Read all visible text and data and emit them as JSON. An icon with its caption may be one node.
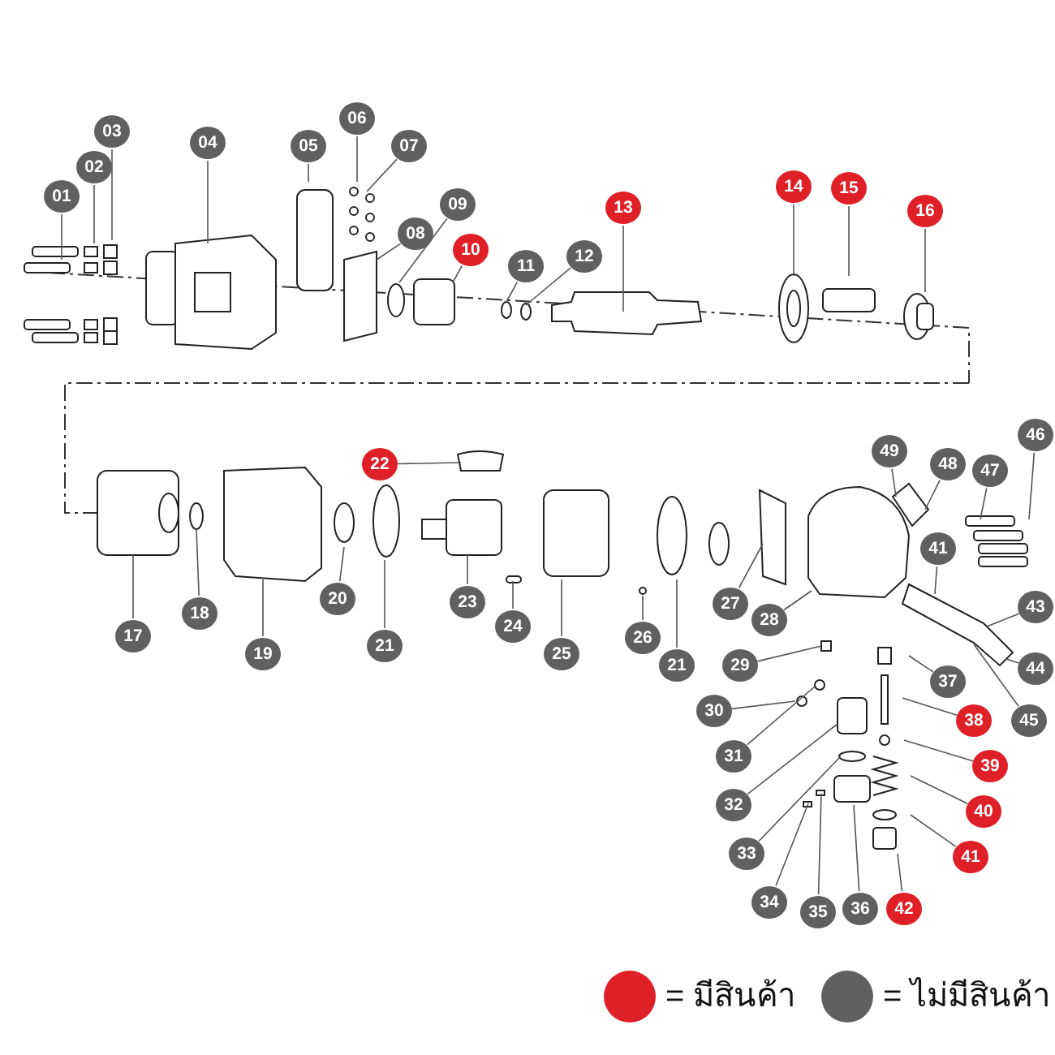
{
  "diagram": {
    "nodes": [
      {
        "text": [
          "01"
        ]
      },
      {
        "text": [
          "02"
        ]
      },
      {
        "text": [
          "03"
        ]
      },
      {
        "text": [
          "04"
        ]
      },
      {
        "text": [
          "05"
        ]
      },
      {
        "text": [
          "06"
        ]
      },
      {
        "text": [
          "07"
        ]
      },
      {
        "text": [
          "08"
        ]
      },
      {
        "text": [
          "09"
        ]
      },
      {
        "text": [
          "10"
        ]
      },
      {
        "text": [
          "11"
        ]
      },
      {
        "text": [
          "12"
        ]
      },
      {
        "text": [
          "13"
        ]
      },
      {
        "text": [
          "14"
        ]
      },
      {
        "text": [
          "15"
        ]
      },
      {
        "text": [
          "16"
        ]
      },
      {
        "text": [
          "17"
        ]
      },
      {
        "text": [
          "18"
        ]
      },
      {
        "text": [
          "19"
        ]
      },
      {
        "text": [
          "20"
        ]
      },
      {
        "text": [
          "21"
        ]
      },
      {
        "text": [
          "22"
        ]
      },
      {
        "text": [
          "23"
        ]
      },
      {
        "text": [
          "24"
        ]
      },
      {
        "text": [
          "25"
        ]
      },
      {
        "text": [
          "26"
        ]
      },
      {
        "text": [
          "21"
        ]
      },
      {
        "text": [
          "27"
        ]
      },
      {
        "text": [
          "28"
        ]
      },
      {
        "text": [
          "29"
        ]
      },
      {
        "text": [
          "30"
        ]
      },
      {
        "text": [
          "31"
        ]
      },
      {
        "text": [
          "32"
        ]
      },
      {
        "text": [
          "33"
        ]
      },
      {
        "text": [
          "34"
        ]
      },
      {
        "text": [
          "35"
        ]
      },
      {
        "text": [
          "36"
        ]
      },
      {
        "text": [
          "37"
        ]
      },
      {
        "text": [
          "38"
        ]
      },
      {
        "text": [
          "39"
        ]
      },
      {
        "text": [
          "40"
        ]
      },
      {
        "text": [
          "41"
        ]
      },
      {
        "text": [
          "42"
        ]
      },
      {
        "text": [
          "41"
        ]
      },
      {
        "text": [
          "43"
        ]
      },
      {
        "text": [
          "44"
        ]
      },
      {
        "text": [
          "45"
        ]
      },
      {
        "text": [
          "46"
        ]
      },
      {
        "text": [
          "47"
        ]
      },
      {
        "text": [
          "48"
        ]
      },
      {
        "text": [
          "49"
        ]
      }
    ],
    "edges": [
      {
        "from": 0,
        "to": null,
        "arrow": "none"
      },
      {
        "from": 1,
        "to": null,
        "arrow": "none"
      },
      {
        "from": 2,
        "to": null,
        "arrow": "none"
      },
      {
        "from": 3,
        "to": null,
        "arrow": "none"
      },
      {
        "from": 4,
        "to": null,
        "arrow": "none"
      },
      {
        "from": 5,
        "to": null,
        "arrow": "none"
      },
      {
        "from": 6,
        "to": null,
        "arrow": "none"
      },
      {
        "from": 7,
        "to": null,
        "arrow": "none"
      },
      {
        "from": 8,
        "to": null,
        "arrow": "none"
      },
      {
        "from": 9,
        "to": null,
        "arrow": "none"
      },
      {
        "from": 10,
        "to": null,
        "arrow": "none"
      },
      {
        "from": 11,
        "to": null,
        "arrow": "none"
      },
      {
        "from": 12,
        "to": null,
        "arrow": "none"
      },
      {
        "from": 13,
        "to": null,
        "arrow": "none"
      },
      {
        "from": 14,
        "to": null,
        "arrow": "none"
      },
      {
        "from": 15,
        "to": null,
        "arrow": "none"
      },
      {
        "from": 16,
        "to": null,
        "arrow": "none"
      },
      {
        "from": 17,
        "to": null,
        "arrow": "none"
      },
      {
        "from": 18,
        "to": null,
        "arrow": "none"
      },
      {
        "from": 19,
        "to": null,
        "arrow": "none"
      },
      {
        "from": 20,
        "to": null,
        "arrow": "none"
      },
      {
        "from": 21,
        "to": null,
        "arrow": "none"
      },
      {
        "from": 22,
        "to": null,
        "arrow": "none"
      },
      {
        "from": 23,
        "to": null,
        "arrow": "none"
      },
      {
        "from": 24,
        "to": null,
        "arrow": "none"
      },
      {
        "from": 25,
        "to": null,
        "arrow": "none"
      },
      {
        "from": 26,
        "to": null,
        "arrow": "none"
      },
      {
        "from": 27,
        "to": null,
        "arrow": "none"
      },
      {
        "from": 28,
        "to": null,
        "arrow": "none"
      },
      {
        "from": 29,
        "to": null,
        "arrow": "none"
      },
      {
        "from": 30,
        "to": null,
        "arrow": "none"
      },
      {
        "from": 31,
        "to": null,
        "arrow": "none"
      },
      {
        "from": 32,
        "to": null,
        "arrow": "none"
      },
      {
        "from": 33,
        "to": null,
        "arrow": "none"
      },
      {
        "from": 34,
        "to": null,
        "arrow": "none"
      },
      {
        "from": 35,
        "to": null,
        "arrow": "none"
      },
      {
        "from": 36,
        "to": null,
        "arrow": "none"
      },
      {
        "from": 37,
        "to": null,
        "arrow": "none"
      },
      {
        "from": 38,
        "to": null,
        "arrow": "none"
      },
      {
        "from": 39,
        "to": null,
        "arrow": "none"
      },
      {
        "from": 40,
        "to": null,
        "arrow": "none"
      },
      {
        "from": 41,
        "to": null,
        "arrow": "none"
      },
      {
        "from": 42,
        "to": null,
        "arrow": "none"
      },
      {
        "from": 43,
        "to": null,
        "arrow": "none"
      },
      {
        "from": 44,
        "to": null,
        "arrow": "none"
      },
      {
        "from": 45,
        "to": null,
        "arrow": "none"
      },
      {
        "from": 46,
        "to": null,
        "arrow": "none"
      },
      {
        "from": 47,
        "to": null,
        "arrow": "none"
      },
      {
        "from": 48,
        "to": null,
        "arrow": "none"
      },
      {
        "from": 49,
        "to": null,
        "arrow": "none"
      },
      {
        "from": 50,
        "to": null,
        "arrow": "none"
      }
    ],
    "legend": [
      {
        "text": "= มีสินค้า",
        "color": "#e02027"
      },
      {
        "text": "= ไม่มีสินค้า",
        "color": "#606060"
      }
    ]
  }
}
